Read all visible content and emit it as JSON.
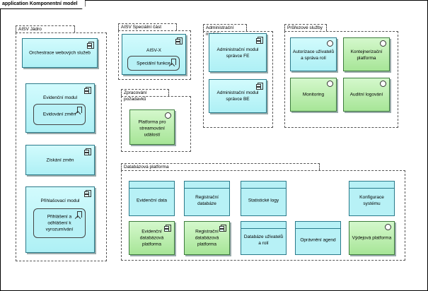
{
  "diagram": {
    "title": "application Komponentní model",
    "groups": {
      "aisv_jadro": "AISV Jádro",
      "aisv_specialni": "AISV Speciální část",
      "zpracovani": "Zpracování požadavků",
      "administracni": "Administrační moduly",
      "prurezove": "Průřezové služby",
      "databazova": "Databázová platforma"
    },
    "components": {
      "orchestrace": "Orchestrace webových služeb",
      "evidencni_modul": "Evidenční modul",
      "evidovani_zmen": "Evidování změn",
      "ziskani_zmen": "Získání změn",
      "prihlasovaci_modul": "Přihlašovací modul",
      "prihlaseni": "Přihlášení a odhlášení k vyrozumívání",
      "aisv_x": "AISV-X",
      "specialni_funkce": "Speciální funkce",
      "platforma_streamovani": "Platforma pro streamování událostí",
      "admin_fe": "Administrační modul správce FE",
      "admin_be": "Administrační modul správce BE",
      "autorizace": "Autorizace uživatelů a správa rolí",
      "kontejnerizacni": "Kontejnerizační platforma",
      "monitoring": "Monitoring",
      "auditni": "Auditní logování",
      "evidencni_data": "Evidenční data",
      "registracni_databaze": "Registrační databáze",
      "statisticke_logy": "Statistické logy",
      "konfigurace": "Konfigurace systému",
      "evidencni_db_platforma": "Evidenční databázová platforma",
      "registracni_db_platforma": "Registrační databázová platforma",
      "databaze_uzivatelu": "Databáze uživatelů a rolí",
      "opravneni_agend": "Oprávnění agend",
      "vydejova": "Výdejová platforma"
    }
  }
}
